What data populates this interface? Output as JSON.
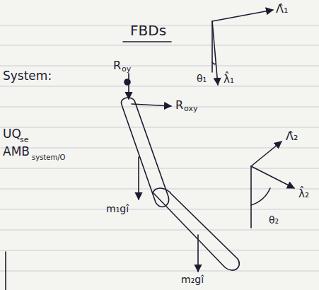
{
  "diagram": {
    "title": "FBDs",
    "labels": [
      "System:",
      "UQ",
      "se",
      "AMB",
      "system/O",
      "R",
      "oy",
      "R",
      "oxy",
      "m₁gî",
      "m₂gî",
      "Λ̂₁",
      "λ̂₁",
      "θ₁",
      "Λ̂₂",
      "λ̂₂",
      "θ₂"
    ]
  }
}
